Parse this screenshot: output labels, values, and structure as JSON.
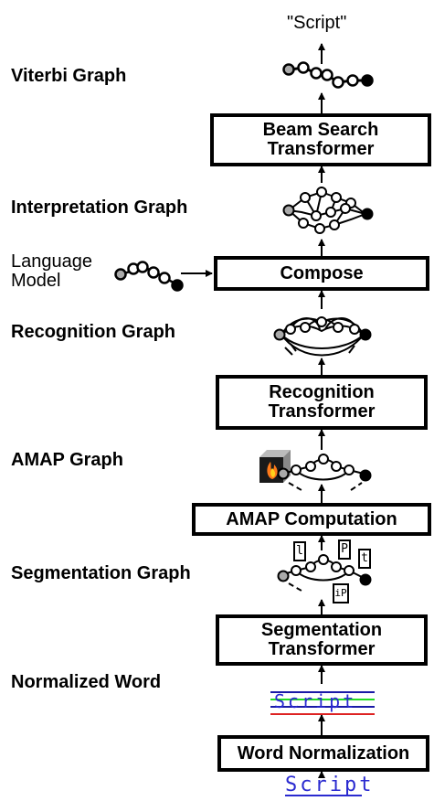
{
  "output_text": "\"Script\"",
  "graph_labels": {
    "viterbi": "Viterbi Graph",
    "interpretation": "Interpretation Graph",
    "language_model": "Language\nModel",
    "recognition": "Recognition Graph",
    "amap": "AMAP Graph",
    "segmentation": "Segmentation Graph",
    "normalized_word": "Normalized Word"
  },
  "boxes": {
    "beam_search": "Beam Search\nTransformer",
    "compose": "Compose",
    "recognition_transformer": "Recognition\nTransformer",
    "amap_computation": "AMAP Computation",
    "segmentation_transformer": "Segmentation\nTransformer",
    "word_normalization": "Word Normalization"
  },
  "segment_glyphs": [
    "l",
    "P",
    "t",
    "iP"
  ],
  "handwritten_word": "Script",
  "colors": {
    "start_node": "#aaaaaa",
    "end_node": "#000000",
    "line_blue": "#1a1aa6",
    "line_green": "#22dd22",
    "line_red": "#dd2222",
    "handwriting": "#2a2ad0"
  }
}
